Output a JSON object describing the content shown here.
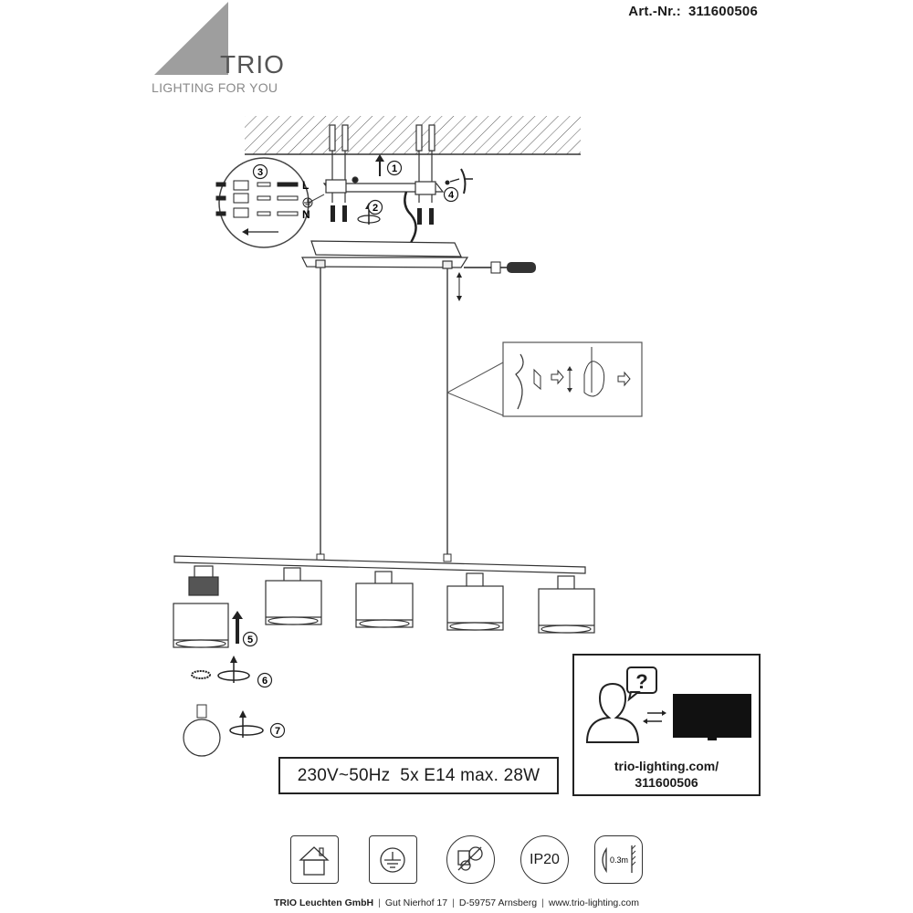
{
  "header": {
    "art_label": "Art.-Nr.:",
    "art_number": "311600506"
  },
  "logo": {
    "word": "TRIO",
    "tagline": "LIGHTING FOR YOU"
  },
  "wiring": {
    "live": "L",
    "neutral": "N"
  },
  "steps": [
    "1",
    "2",
    "3",
    "4",
    "5",
    "6",
    "7"
  ],
  "spec": "230V~50Hz  5x E14 max. 28W",
  "support": {
    "url_line1": "trio-lighting.com/",
    "url_line2": "311600506"
  },
  "certification_icons": [
    {
      "name": "indoor-use-icon",
      "text": ""
    },
    {
      "name": "protective-earth-icon",
      "text": ""
    },
    {
      "name": "lamp-not-included-icon",
      "text": ""
    },
    {
      "name": "ip-rating-icon",
      "text": "IP20"
    },
    {
      "name": "min-distance-icon",
      "text": "0.3m"
    }
  ],
  "footer": {
    "company": "TRIO Leuchten GmbH",
    "address": "Gut Nierhof 17",
    "city": "D-59757 Arnsberg",
    "website": "www.trio-lighting.com"
  },
  "colors": {
    "line": "#2b2b2b",
    "logo_triangle": "#9e9e9e",
    "screen": "#111111"
  }
}
